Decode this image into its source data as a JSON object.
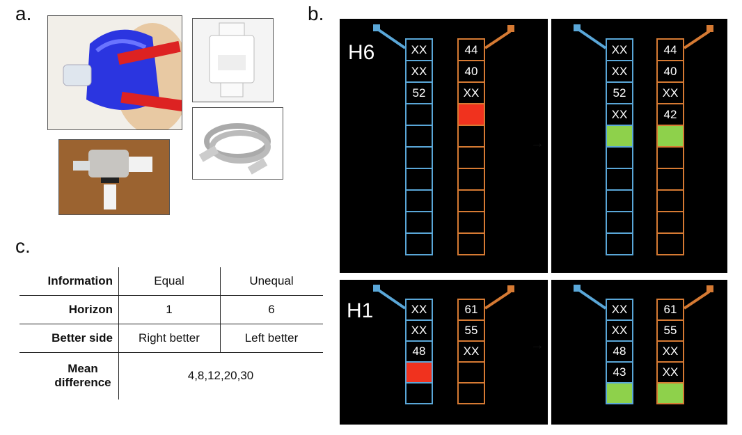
{
  "labels": {
    "a": "a.",
    "b": "b.",
    "c": "c."
  },
  "photos": [
    {
      "name": "face-mask-photo"
    },
    {
      "name": "filter-photo"
    },
    {
      "name": "tube-photo"
    },
    {
      "name": "valve-photo"
    }
  ],
  "table": {
    "rows": [
      {
        "head": "Information",
        "cells": [
          "Equal",
          "Unequal"
        ]
      },
      {
        "head": "Horizon",
        "cells": [
          "1",
          "6"
        ]
      },
      {
        "head": "Better side",
        "cells": [
          "Right better",
          "Left better"
        ]
      },
      {
        "head": "Mean difference",
        "cells": [
          "4,8,12,20,30"
        ]
      }
    ]
  },
  "colors": {
    "blue": "#5aa7d8",
    "orange": "#d67a33",
    "red": "#f0321e",
    "green": "#8ed14b",
    "panel": "#000000"
  },
  "panels": [
    {
      "id": "h6-before",
      "label": "H6",
      "n": 10,
      "left": [
        "XX",
        "XX",
        "52",
        "",
        "",
        "",
        "",
        "",
        "",
        ""
      ],
      "left_fill": [
        "",
        "",
        "",
        "",
        "",
        "",
        "",
        "",
        "",
        ""
      ],
      "right": [
        "44",
        "40",
        "XX",
        "",
        "",
        "",
        "",
        "",
        "",
        ""
      ],
      "right_fill": [
        "",
        "",
        "",
        "red",
        "",
        "",
        "",
        "",
        "",
        ""
      ]
    },
    {
      "id": "h6-after",
      "label": "",
      "n": 10,
      "left": [
        "XX",
        "XX",
        "52",
        "XX",
        "",
        "",
        "",
        "",
        "",
        ""
      ],
      "left_fill": [
        "",
        "",
        "",
        "",
        "green",
        "",
        "",
        "",
        "",
        ""
      ],
      "right": [
        "44",
        "40",
        "XX",
        "42",
        "",
        "",
        "",
        "",
        "",
        ""
      ],
      "right_fill": [
        "",
        "",
        "",
        "",
        "green",
        "",
        "",
        "",
        "",
        ""
      ]
    },
    {
      "id": "h1-before",
      "label": "H1",
      "n": 5,
      "left": [
        "XX",
        "XX",
        "48",
        "",
        ""
      ],
      "left_fill": [
        "",
        "",
        "",
        "red",
        ""
      ],
      "right": [
        "61",
        "55",
        "XX",
        "",
        ""
      ],
      "right_fill": [
        "",
        "",
        "",
        "",
        ""
      ]
    },
    {
      "id": "h1-after",
      "label": "",
      "n": 5,
      "left": [
        "XX",
        "XX",
        "48",
        "43",
        ""
      ],
      "left_fill": [
        "",
        "",
        "",
        "",
        "green"
      ],
      "right": [
        "61",
        "55",
        "XX",
        "XX",
        ""
      ],
      "right_fill": [
        "",
        "",
        "",
        "",
        "green"
      ]
    }
  ],
  "arrows": [
    "→",
    "→"
  ]
}
